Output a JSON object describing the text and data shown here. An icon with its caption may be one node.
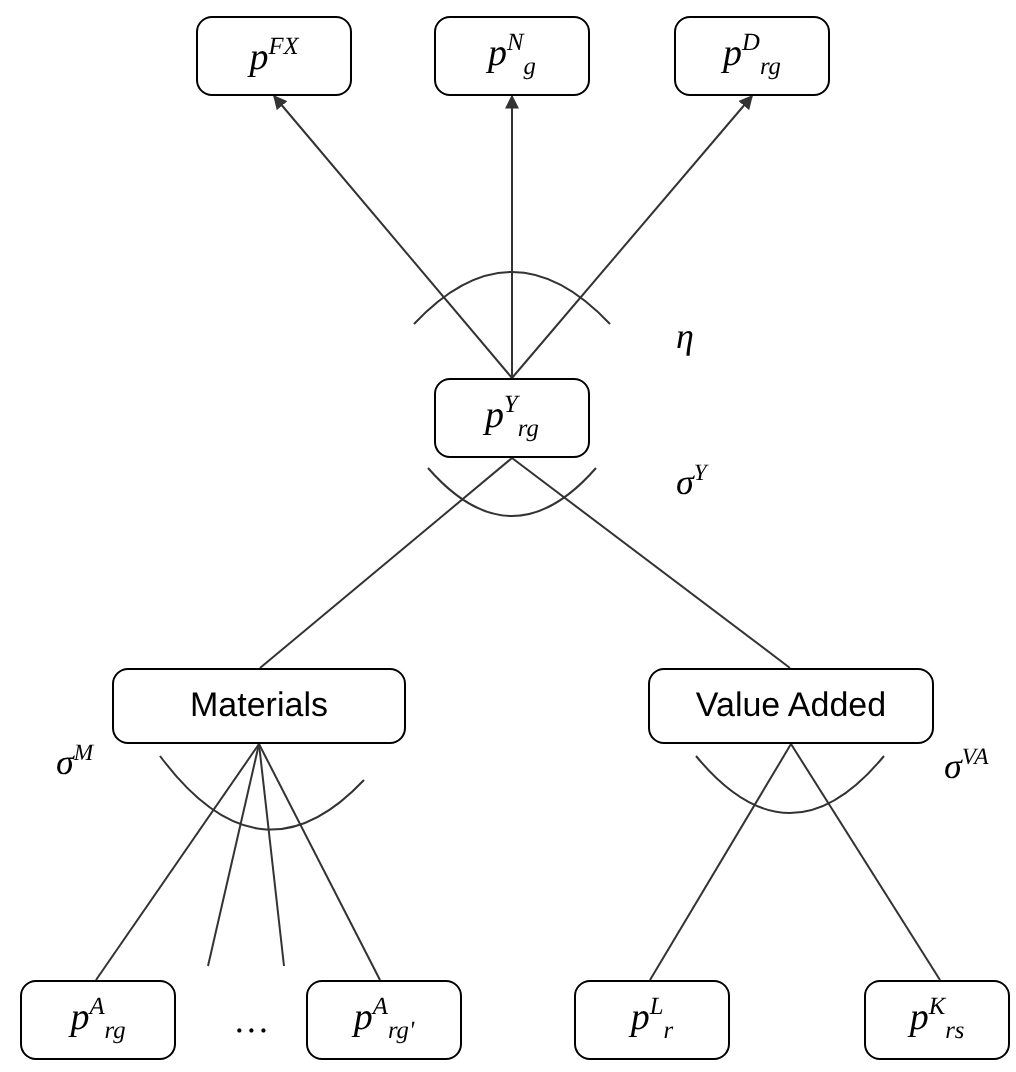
{
  "diagram": {
    "nodes": [
      {
        "text": [
          "p$^{FX}$"
        ]
      },
      {
        "text": [
          "p$^{N}$$_{g}$"
        ]
      },
      {
        "text": [
          "p$^{D}$$_{rg}$"
        ]
      },
      {
        "text": [
          "p$^{Y}$$_{rg}$"
        ]
      },
      {
        "text": [
          "Materials"
        ]
      },
      {
        "text": [
          "Value Added"
        ]
      },
      {
        "text": [
          "p$^{A}$$_{rg}$"
        ]
      },
      {
        "text": [
          "p$^{A}$$_{rg'}$"
        ]
      },
      {
        "text": [
          "p$^{L}$$_{r}$"
        ]
      },
      {
        "text": [
          "p$^{K}$$_{rs}$"
        ]
      }
    ],
    "edges": [
      {
        "from": 3,
        "to": 0,
        "arrow": "to"
      },
      {
        "from": 3,
        "to": 1,
        "arrow": "to"
      },
      {
        "from": 3,
        "to": 2,
        "arrow": "to"
      },
      {
        "from": 3,
        "to": 4,
        "arrow": "none"
      },
      {
        "from": 3,
        "to": 5,
        "arrow": "none"
      },
      {
        "from": 4,
        "to": 6,
        "arrow": "none"
      },
      {
        "from": 4,
        "to": null,
        "arrow": "none"
      },
      {
        "from": 4,
        "to": null,
        "arrow": "none"
      },
      {
        "from": 4,
        "to": 7,
        "arrow": "none"
      },
      {
        "from": 5,
        "to": 8,
        "arrow": "none"
      },
      {
        "from": 5,
        "to": 9,
        "arrow": "none"
      }
    ],
    "labels": [
      "η",
      "σ$^{Y}$",
      "σ$^{M}$",
      "…",
      "σ$^{VA}$"
    ]
  }
}
